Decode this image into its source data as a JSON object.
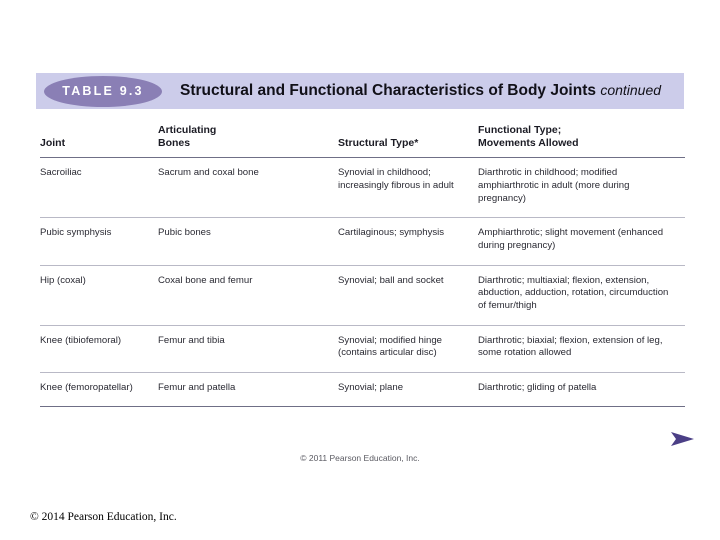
{
  "slide": {
    "footer": "© 2014 Pearson Education, Inc.",
    "inner_copyright": "© 2011 Pearson Education, Inc.",
    "arrow_icon": "arrow-right-icon"
  },
  "colors": {
    "banner_background": "#ccccea",
    "badge_background": "#8a7fb5",
    "badge_text": "#ffffff",
    "title_text": "#111018",
    "rule_strong": "#6f6f86",
    "rule_light": "#b9b9c6",
    "arrow": "#4b3f86"
  },
  "table": {
    "badge_label": "TABLE  9.3",
    "title": "Structural and Functional Characteristics of Body Joints",
    "title_suffix": "continued",
    "headers": [
      "Joint",
      "Articulating\nBones",
      "Structural Type*",
      "Functional Type;\nMovements Allowed"
    ],
    "header_lines": {
      "joint": [
        "Joint"
      ],
      "articulating_bones": [
        "Articulating",
        "Bones"
      ],
      "structural_type": [
        "Structural Type*"
      ],
      "functional_type": [
        "Functional Type;",
        "Movements Allowed"
      ]
    },
    "rows": [
      {
        "joint": "Sacroiliac",
        "bones": "Sacrum and coxal bone",
        "structural": "Synovial in childhood; increasingly fibrous in adult",
        "functional": "Diarthrotic in childhood; modified amphiarthrotic in adult (more during pregnancy)"
      },
      {
        "joint": "Pubic symphysis",
        "bones": "Pubic bones",
        "structural": "Cartilaginous; symphysis",
        "functional": "Amphiarthrotic; slight movement (enhanced during pregnancy)"
      },
      {
        "joint": "Hip (coxal)",
        "bones": "Coxal bone and femur",
        "structural": "Synovial; ball and socket",
        "functional": "Diarthrotic; multiaxial; flexion, extension, abduction, adduction, rotation, circumduction of femur/thigh"
      },
      {
        "joint": "Knee (tibiofemoral)",
        "bones": "Femur and tibia",
        "structural": "Synovial; modified hinge (contains articular disc)",
        "functional": "Diarthrotic; biaxial; flexion, extension of leg, some rotation allowed"
      },
      {
        "joint": "Knee (femoropatellar)",
        "bones": "Femur and patella",
        "structural": "Synovial; plane",
        "functional": "Diarthrotic; gliding of patella"
      }
    ]
  }
}
